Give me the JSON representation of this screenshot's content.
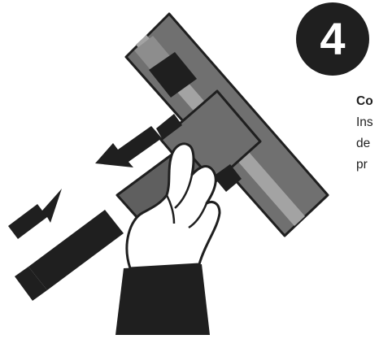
{
  "step": {
    "number": "4"
  },
  "caption": {
    "title": "Co",
    "lines": [
      "Ins",
      "de",
      "pr"
    ]
  },
  "illustration": {
    "description_icon": "hand-sliding-attachment-icon",
    "colors": {
      "dark": "#1f1f1f",
      "mid_gray": "#6f6f6f",
      "light_gray": "#9a9a9a",
      "panel_gray": "#7a7a7a",
      "white": "#ffffff"
    }
  }
}
